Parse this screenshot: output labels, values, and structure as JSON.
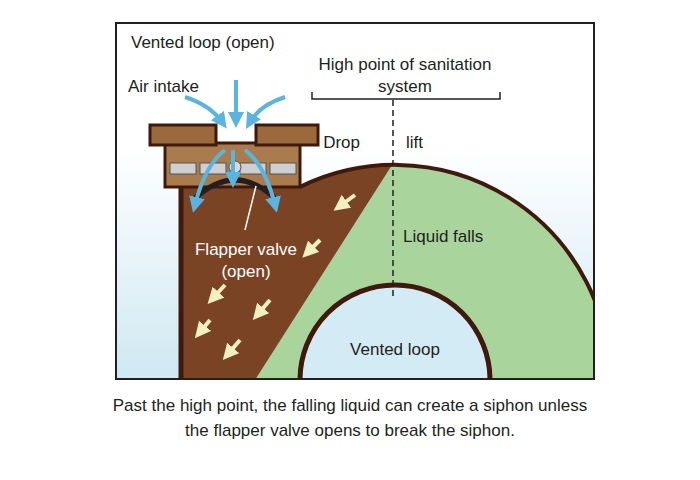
{
  "diagram": {
    "title": "Vented loop (open)",
    "caption": "Past the high point, the falling liquid can create a siphon unless the flapper valve opens to break the siphon.",
    "labels": [
      "Air intake",
      "High point of sanitation system",
      "Drop",
      "lift",
      "Liquid falls",
      "Flapper valve (open)",
      "Vented loop"
    ]
  }
}
